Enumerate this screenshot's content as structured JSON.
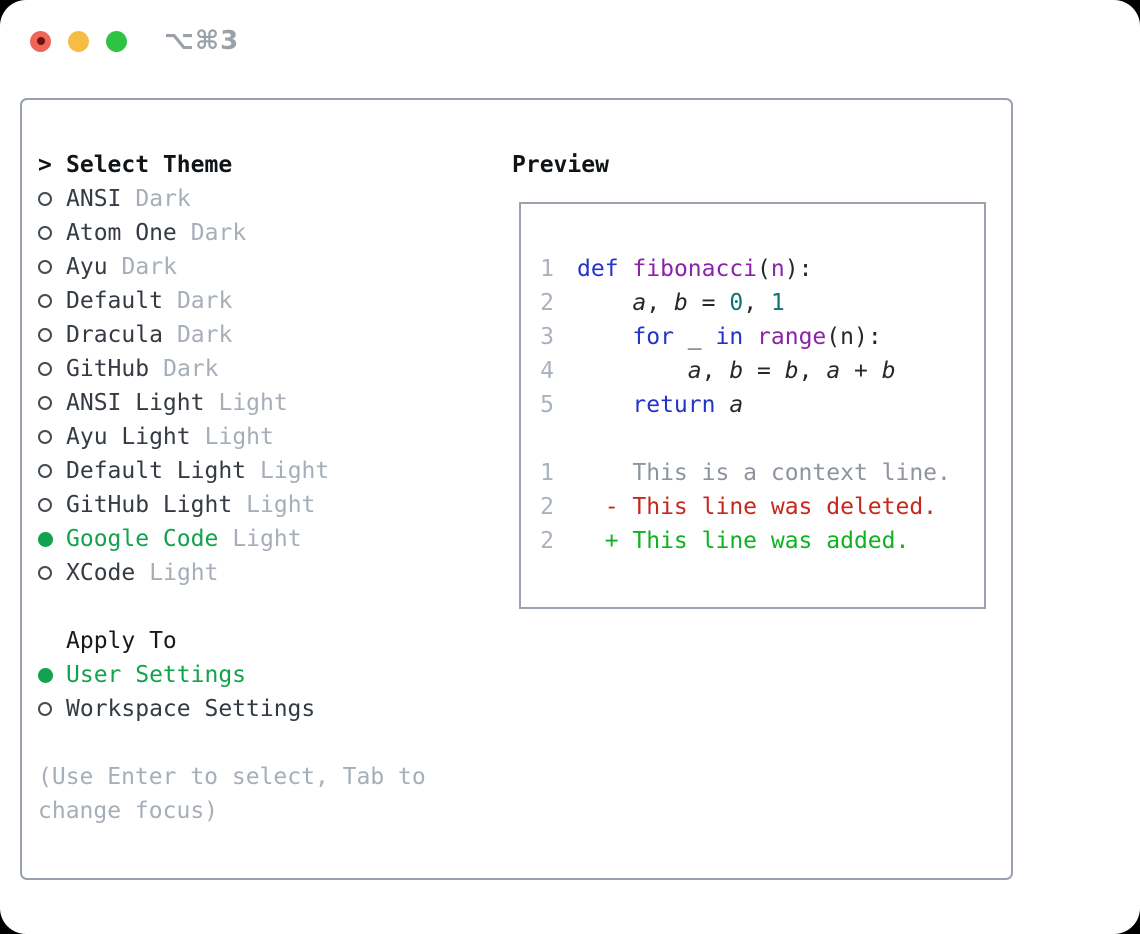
{
  "titlebar": {
    "shortcut": "⌥⌘3"
  },
  "theme_panel": {
    "header": {
      "prompt": ">",
      "label": "Select Theme"
    },
    "themes": [
      {
        "name": "ANSI",
        "variant": "Dark",
        "selected": false
      },
      {
        "name": "Atom One",
        "variant": "Dark",
        "selected": false
      },
      {
        "name": "Ayu",
        "variant": "Dark",
        "selected": false
      },
      {
        "name": "Default",
        "variant": "Dark",
        "selected": false
      },
      {
        "name": "Dracula",
        "variant": "Dark",
        "selected": false
      },
      {
        "name": "GitHub",
        "variant": "Dark",
        "selected": false
      },
      {
        "name": "ANSI Light",
        "variant": "Light",
        "selected": false
      },
      {
        "name": "Ayu Light",
        "variant": "Light",
        "selected": false
      },
      {
        "name": "Default Light",
        "variant": "Light",
        "selected": false
      },
      {
        "name": "GitHub Light",
        "variant": "Light",
        "selected": false
      },
      {
        "name": "Google Code",
        "variant": "Light",
        "selected": true
      },
      {
        "name": "XCode",
        "variant": "Light",
        "selected": false
      }
    ],
    "apply_to": {
      "label": "Apply To",
      "options": [
        {
          "label": "User Settings",
          "selected": true
        },
        {
          "label": "Workspace Settings",
          "selected": false
        }
      ]
    },
    "hint_lines": [
      "(Use Enter to select, Tab to",
      "change focus)"
    ]
  },
  "preview": {
    "title": "Preview",
    "code_lines": [
      {
        "num": "1",
        "tokens": [
          {
            "t": "def",
            "c": "kw"
          },
          {
            "t": " ",
            "c": "plain"
          },
          {
            "t": "fibonacci",
            "c": "fn"
          },
          {
            "t": "(",
            "c": "plain"
          },
          {
            "t": "n",
            "c": "fn"
          },
          {
            "t": "):",
            "c": "plain"
          }
        ]
      },
      {
        "num": "2",
        "tokens": [
          {
            "t": "    ",
            "c": "plain"
          },
          {
            "t": "a",
            "c": "var"
          },
          {
            "t": ", ",
            "c": "plain"
          },
          {
            "t": "b",
            "c": "var"
          },
          {
            "t": " = ",
            "c": "plain"
          },
          {
            "t": "0",
            "c": "num"
          },
          {
            "t": ", ",
            "c": "plain"
          },
          {
            "t": "1",
            "c": "num"
          }
        ]
      },
      {
        "num": "3",
        "tokens": [
          {
            "t": "    ",
            "c": "plain"
          },
          {
            "t": "for",
            "c": "kw"
          },
          {
            "t": " _ ",
            "c": "plain"
          },
          {
            "t": "in",
            "c": "kw"
          },
          {
            "t": " ",
            "c": "plain"
          },
          {
            "t": "range",
            "c": "fn"
          },
          {
            "t": "(n):",
            "c": "plain"
          }
        ]
      },
      {
        "num": "4",
        "tokens": [
          {
            "t": "        ",
            "c": "plain"
          },
          {
            "t": "a",
            "c": "var"
          },
          {
            "t": ", ",
            "c": "plain"
          },
          {
            "t": "b",
            "c": "var"
          },
          {
            "t": " = ",
            "c": "plain"
          },
          {
            "t": "b",
            "c": "var"
          },
          {
            "t": ", ",
            "c": "plain"
          },
          {
            "t": "a",
            "c": "var"
          },
          {
            "t": " + ",
            "c": "plain"
          },
          {
            "t": "b",
            "c": "var"
          }
        ]
      },
      {
        "num": "5",
        "tokens": [
          {
            "t": "    ",
            "c": "plain"
          },
          {
            "t": "return",
            "c": "kw"
          },
          {
            "t": " ",
            "c": "plain"
          },
          {
            "t": "a",
            "c": "var"
          }
        ]
      }
    ],
    "diff_lines": [
      {
        "num": "1",
        "cls": "ctx",
        "text": "    This is a context line."
      },
      {
        "num": "2",
        "cls": "del",
        "text": "  - This line was deleted."
      },
      {
        "num": "2",
        "cls": "add",
        "text": "  + This line was added."
      }
    ]
  },
  "colors": {
    "accent_green": "#13a24d",
    "keyword_blue": "#2433c9",
    "function_purple": "#8c22a8",
    "number_teal": "#0c7474",
    "deleted_red": "#c5281c",
    "added_green": "#0eb222",
    "muted_gray": "#a6aeb8",
    "panel_border": "#99a2ac"
  }
}
